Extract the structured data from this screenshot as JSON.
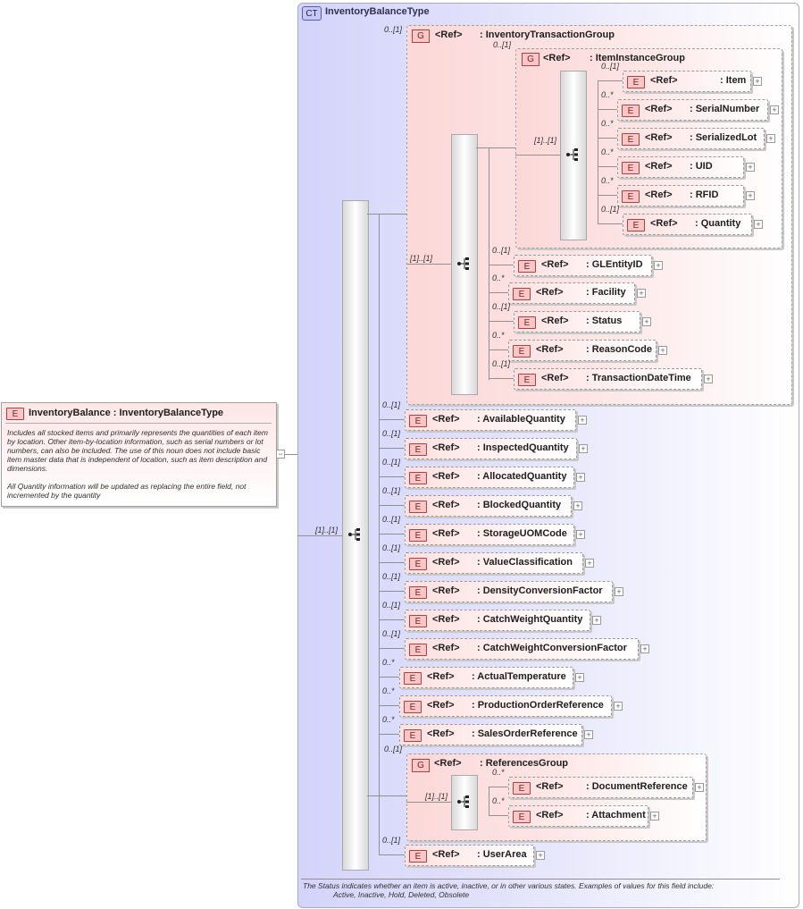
{
  "complex_type": {
    "badge": "CT",
    "name": "InventoryBalanceType"
  },
  "root": {
    "badge": "E",
    "title": "InventoryBalance : InventoryBalanceType",
    "doc_p1": "Includes all stocked items and primarily represents the quantities of each item by location.  Other item-by-location information, such as serial numbers or lot numbers, can also be included.  The use of this noun does not include basic item master data that is independent of location, such as item description and dimensions.",
    "doc_p2": "All Quantity information will be updated as replacing the entire field, not incremented by the quantity",
    "collapse_symbol": "−"
  },
  "ref_label": "<Ref>",
  "groups": {
    "inventory_transaction": {
      "badge": "G",
      "name": ": InventoryTransactionGroup",
      "card": "0..[1]",
      "seq_card": "[1]..[1]"
    },
    "item_instance": {
      "badge": "G",
      "name": ": ItemInstanceGroup",
      "card": "0..[1]",
      "seq_card": "[1]..[1]"
    },
    "references": {
      "badge": "G",
      "name": ": ReferencesGroup",
      "card": "0..[1]",
      "seq_card": "[1]..[1]"
    }
  },
  "main_seq_card": "[1]..[1]",
  "item_instance_elements": [
    {
      "name": ": Item",
      "card": "0..[1]"
    },
    {
      "name": ": SerialNumber",
      "card": "0..*"
    },
    {
      "name": ": SerializedLot",
      "card": "0..*"
    },
    {
      "name": ": UID",
      "card": "0..*"
    },
    {
      "name": ": RFID",
      "card": "0..*"
    },
    {
      "name": ": Quantity",
      "card": "0..[1]"
    }
  ],
  "transaction_elements": [
    {
      "name": ": GLEntityID",
      "card": "0..[1]"
    },
    {
      "name": ": Facility",
      "card": "0..*"
    },
    {
      "name": ": Status",
      "card": "0..[1]"
    },
    {
      "name": ": ReasonCode",
      "card": "0..*"
    },
    {
      "name": ": TransactionDateTime",
      "card": "0..[1]"
    }
  ],
  "main_elements": [
    {
      "name": ": AvailableQuantity",
      "card": "0..[1]"
    },
    {
      "name": ": InspectedQuantity",
      "card": "0..[1]"
    },
    {
      "name": ": AllocatedQuantity",
      "card": "0..[1]"
    },
    {
      "name": ": BlockedQuantity",
      "card": "0..[1]"
    },
    {
      "name": ": StorageUOMCode",
      "card": "0..[1]"
    },
    {
      "name": ": ValueClassification",
      "card": "0..[1]"
    },
    {
      "name": ": DensityConversionFactor",
      "card": "0..[1]"
    },
    {
      "name": ": CatchWeightQuantity",
      "card": "0..[1]"
    },
    {
      "name": ": CatchWeightConversionFactor",
      "card": "0..[1]"
    },
    {
      "name": ": ActualTemperature",
      "card": "0..*"
    },
    {
      "name": ": ProductionOrderReference",
      "card": "0..*"
    },
    {
      "name": ": SalesOrderReference",
      "card": "0..*"
    }
  ],
  "references_elements": [
    {
      "name": ": DocumentReference",
      "card": "0..*"
    },
    {
      "name": ": Attachment",
      "card": "0..*"
    }
  ],
  "user_area": {
    "name": ": UserArea",
    "card": "0..[1]"
  },
  "element_badge": "E",
  "expand_symbol": "+",
  "footer": {
    "line1": "The Status indicates whether an item is active, inactive, or in other various states.  Examples of values for this field include:",
    "line2": "Active, Inactive, Hold, Deleted, Obsolete"
  }
}
